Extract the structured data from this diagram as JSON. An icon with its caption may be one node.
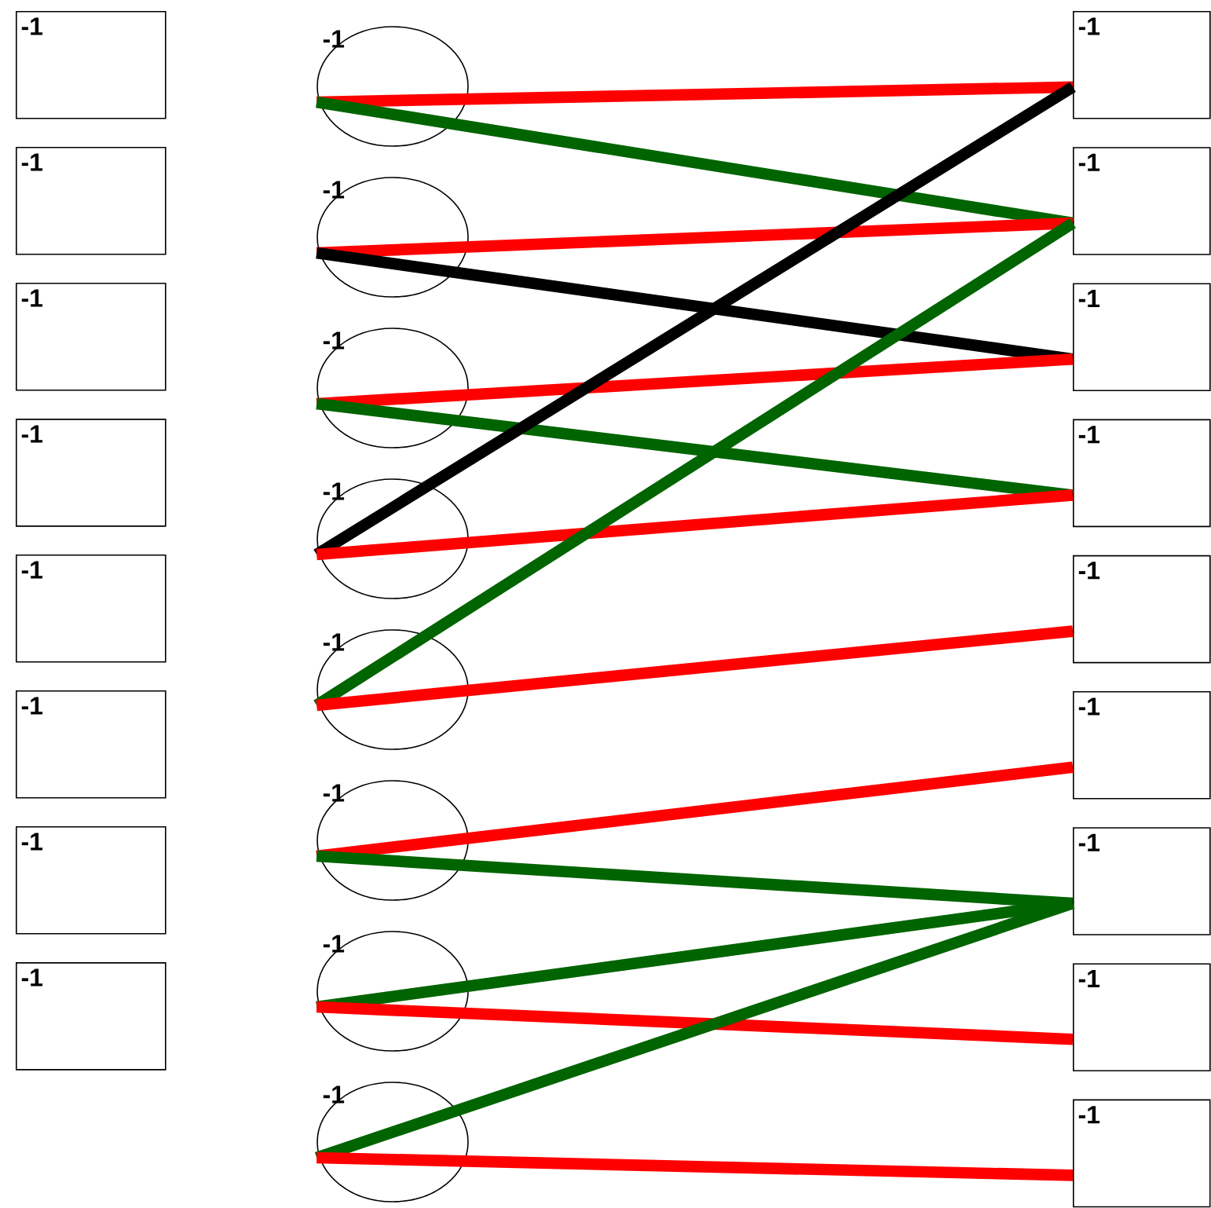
{
  "diagram": {
    "nodes": [
      {
        "text": [
          "-1"
        ]
      },
      {
        "text": [
          "-1"
        ]
      },
      {
        "text": [
          "-1"
        ]
      },
      {
        "text": [
          "-1"
        ]
      },
      {
        "text": [
          "-1"
        ]
      },
      {
        "text": [
          "-1"
        ]
      },
      {
        "text": [
          "-1"
        ]
      },
      {
        "text": [
          "-1"
        ]
      },
      {
        "text": [
          "-1"
        ]
      },
      {
        "text": [
          "-1"
        ]
      },
      {
        "text": [
          "-1"
        ]
      },
      {
        "text": [
          "-1"
        ]
      },
      {
        "text": [
          "-1"
        ]
      },
      {
        "text": [
          "-1"
        ]
      },
      {
        "text": [
          "-1"
        ]
      },
      {
        "text": [
          "-1"
        ]
      },
      {
        "text": [
          "-1"
        ]
      },
      {
        "text": [
          "-1"
        ]
      },
      {
        "text": [
          "-1"
        ]
      },
      {
        "text": [
          "-1"
        ]
      },
      {
        "text": [
          "-1"
        ]
      },
      {
        "text": [
          "-1"
        ]
      },
      {
        "text": [
          "-1"
        ]
      },
      {
        "text": [
          "-1"
        ]
      },
      {
        "text": [
          "-1"
        ]
      }
    ],
    "edges": [
      {
        "from": 8,
        "to": 16,
        "arrow": "none"
      },
      {
        "from": 8,
        "to": 17,
        "arrow": "none",
        "color": "#006400"
      },
      {
        "from": 9,
        "to": 17,
        "arrow": "none"
      },
      {
        "from": 9,
        "to": 18,
        "arrow": "none",
        "color": "#000000"
      },
      {
        "from": 10,
        "to": 18,
        "arrow": "none"
      },
      {
        "from": 10,
        "to": 19,
        "arrow": "none",
        "color": "#006400"
      },
      {
        "from": 11,
        "to": 16,
        "arrow": "none",
        "color": "#000000"
      },
      {
        "from": 11,
        "to": 19,
        "arrow": "none"
      },
      {
        "from": 12,
        "to": 17,
        "arrow": "none",
        "color": "#006400"
      },
      {
        "from": 12,
        "to": 20,
        "arrow": "none"
      },
      {
        "from": 13,
        "to": 21,
        "arrow": "none"
      },
      {
        "from": 13,
        "to": 22,
        "arrow": "none",
        "color": "#006400"
      },
      {
        "from": 14,
        "to": 22,
        "arrow": "none",
        "color": "#006400"
      },
      {
        "from": 14,
        "to": 23,
        "arrow": "none"
      },
      {
        "from": 15,
        "to": 22,
        "arrow": "none",
        "color": "#006400"
      },
      {
        "from": 15,
        "to": 24,
        "arrow": "none"
      }
    ]
  }
}
